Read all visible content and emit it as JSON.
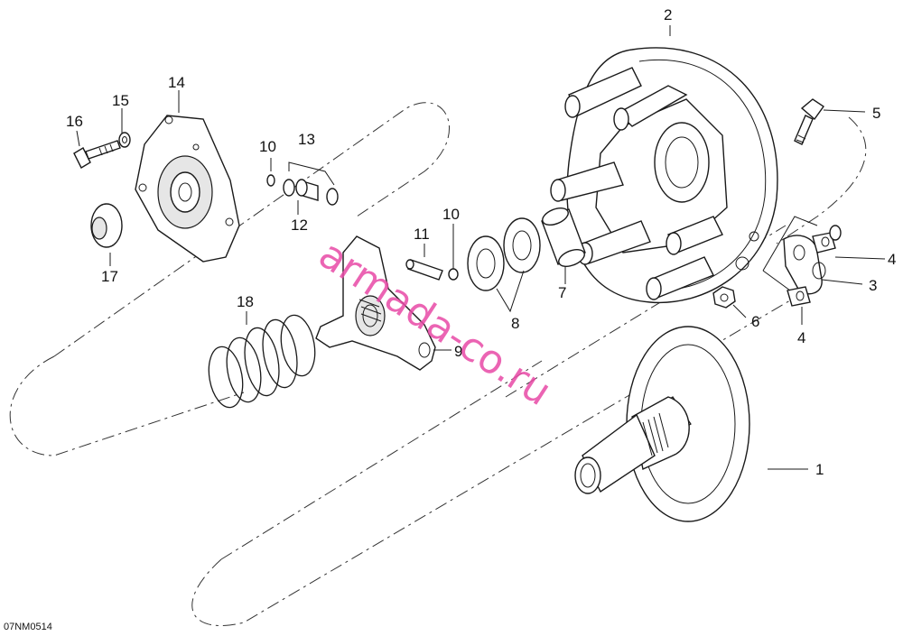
{
  "callouts": {
    "c1": "1",
    "c2": "2",
    "c3": "3",
    "c4a": "4",
    "c4b": "4",
    "c5": "5",
    "c6": "6",
    "c7": "7",
    "c8": "8",
    "c9": "9",
    "c10a": "10",
    "c10b": "10",
    "c11": "11",
    "c12": "12",
    "c13": "13",
    "c14": "14",
    "c15": "15",
    "c16": "16",
    "c17": "17",
    "c18": "18"
  },
  "reference_code": "07NM0514",
  "watermark": "armada-co.ru",
  "colors": {
    "line": "#1a1a1a",
    "watermark": "#e84aa6",
    "background": "#ffffff"
  }
}
